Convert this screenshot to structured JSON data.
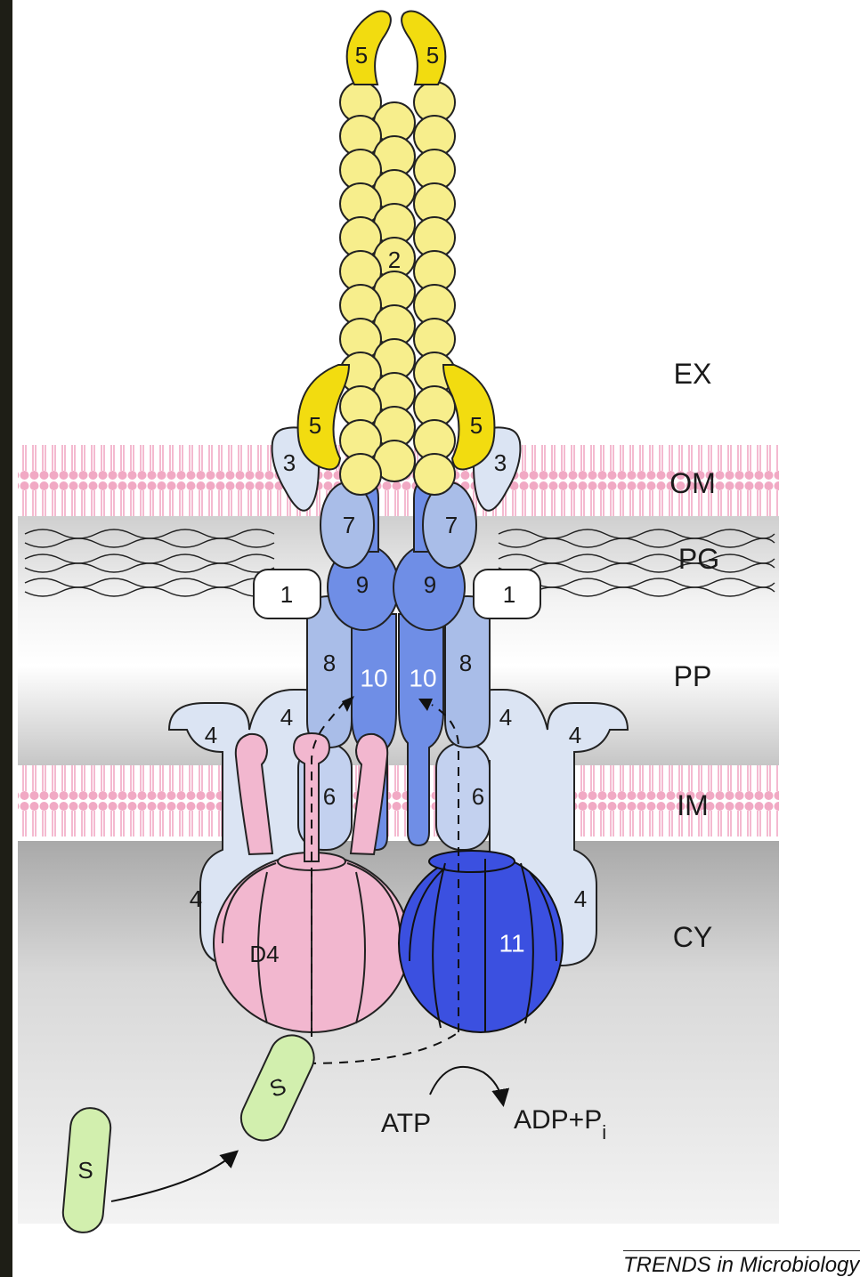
{
  "labels": {
    "layers": {
      "ex": "EX",
      "om": "OM",
      "pg": "PG",
      "pp": "PP",
      "im": "IM",
      "cy": "CY"
    },
    "components": {
      "tip_left": "5",
      "tip_right": "5",
      "pilus": "2",
      "collar_left": "5",
      "collar_right": "5",
      "om_left": "3",
      "om_right": "3",
      "c7_left": "7",
      "c7_right": "7",
      "c9_left": "9",
      "c9_right": "9",
      "c1_left": "1",
      "c1_right": "1",
      "c8_left": "8",
      "c8_right": "8",
      "c10_left": "10",
      "c10_right": "10",
      "c4_a": "4",
      "c4_b": "4",
      "c4_c": "4",
      "c4_d": "4",
      "c4_e": "4",
      "c4_f": "4",
      "c6_left": "6",
      "c6_right": "6",
      "d4": "D4",
      "c11": "11",
      "substrate_bound": "S",
      "substrate_free": "S"
    },
    "atp": "ATP",
    "adp": "ADP+P",
    "adp_sub": "i"
  },
  "colors": {
    "yellow": "#f7ee8c",
    "yellow_dark": "#f2dc10",
    "light_blue": "#dbe4f3",
    "mid_blue": "#a9bde8",
    "blue": "#6f8ee6",
    "deep_blue": "#3b50e0",
    "pink": "#f2b7cf",
    "membrane_pink": "#f1a9c4",
    "green": "#d2efae"
  },
  "credit": "TRENDS in Microbiology"
}
